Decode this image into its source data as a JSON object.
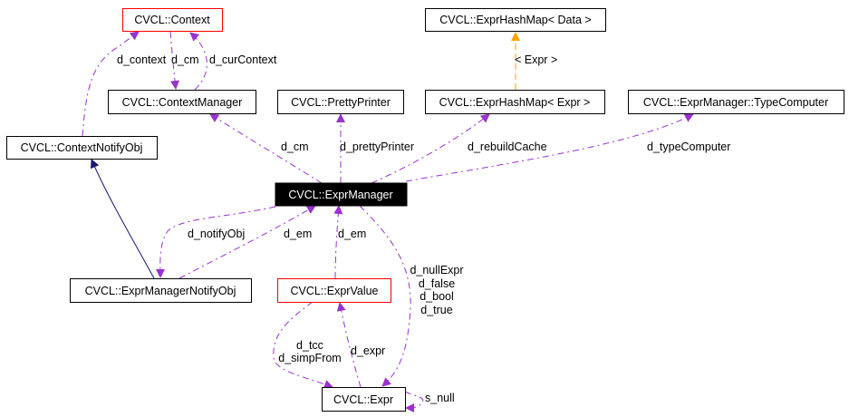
{
  "nodes": {
    "context": "CVCL::Context",
    "hashmap_data": "CVCL::ExprHashMap< Data >",
    "context_manager": "CVCL::ContextManager",
    "pretty_printer": "CVCL::PrettyPrinter",
    "hashmap_expr": "CVCL::ExprHashMap< Expr >",
    "type_computer": "CVCL::ExprManager::TypeComputer",
    "context_notify_obj": "CVCL::ContextNotifyObj",
    "expr_manager": "CVCL::ExprManager",
    "expr_manager_notify_obj": "CVCL::ExprManagerNotifyObj",
    "expr_value": "CVCL::ExprValue",
    "expr": "CVCL::Expr"
  },
  "edge_labels": {
    "d_context": "d_context",
    "d_cm_top": "d_cm",
    "d_curContext": "d_curContext",
    "tmpl_expr": "< Expr >",
    "d_cm": "d_cm",
    "d_prettyPrinter": "d_prettyPrinter",
    "d_rebuildCache": "d_rebuildCache",
    "d_typeComputer": "d_typeComputer",
    "d_notifyObj": "d_notifyObj",
    "d_em_left": "d_em",
    "d_em_mid": "d_em",
    "expr_members": [
      "d_nullExpr",
      "d_false",
      "d_bool",
      "d_true"
    ],
    "d_tcc": "d_tcc",
    "d_simpFrom": "d_simpFrom",
    "d_expr": "d_expr",
    "s_null": "s_null"
  },
  "colors": {
    "usage_edge": "#9a32cd",
    "template_edge": "#ffa500",
    "inheritance_edge": "#191970",
    "highlight_border": "#ff0000",
    "main_node_fill": "#000000"
  }
}
